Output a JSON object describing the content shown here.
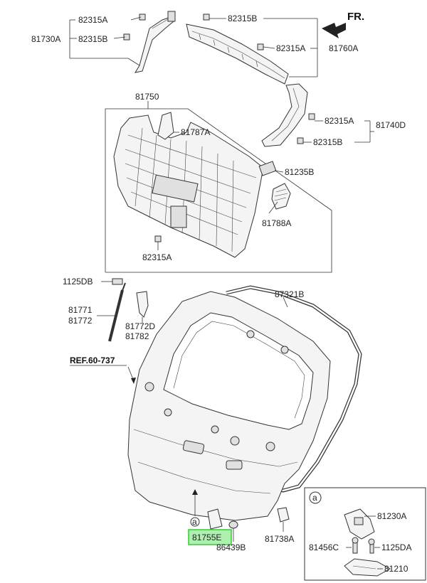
{
  "front_indicator": "FR.",
  "reference": "REF.60-737",
  "labels": {
    "l82315A_top": "82315A",
    "l81730A": "81730A",
    "l82315B_top": "82315B",
    "l82315B_mid": "82315B",
    "l82315A_mid": "82315A",
    "l81760A": "81760A",
    "l81750": "81750",
    "l81787A": "81787A",
    "l82315A_r": "82315A",
    "l81740D": "81740D",
    "l82315B_r": "82315B",
    "l81235B": "81235B",
    "l81788A": "81788A",
    "l82315A_bot": "82315A",
    "l1125DB": "1125DB",
    "l81771": "81771",
    "l81772": "81772",
    "l81772D": "81772D",
    "l81782": "81782",
    "l87321B": "87321B",
    "l81755E": "81755E",
    "l86439B": "86439B",
    "l81738A": "81738A",
    "l81230A": "81230A",
    "l81456C": "81456C",
    "l1125DA": "1125DA",
    "l81210": "81210"
  },
  "callouts": {
    "main": "a",
    "detail": "a"
  },
  "highlight_color": "#66e066"
}
